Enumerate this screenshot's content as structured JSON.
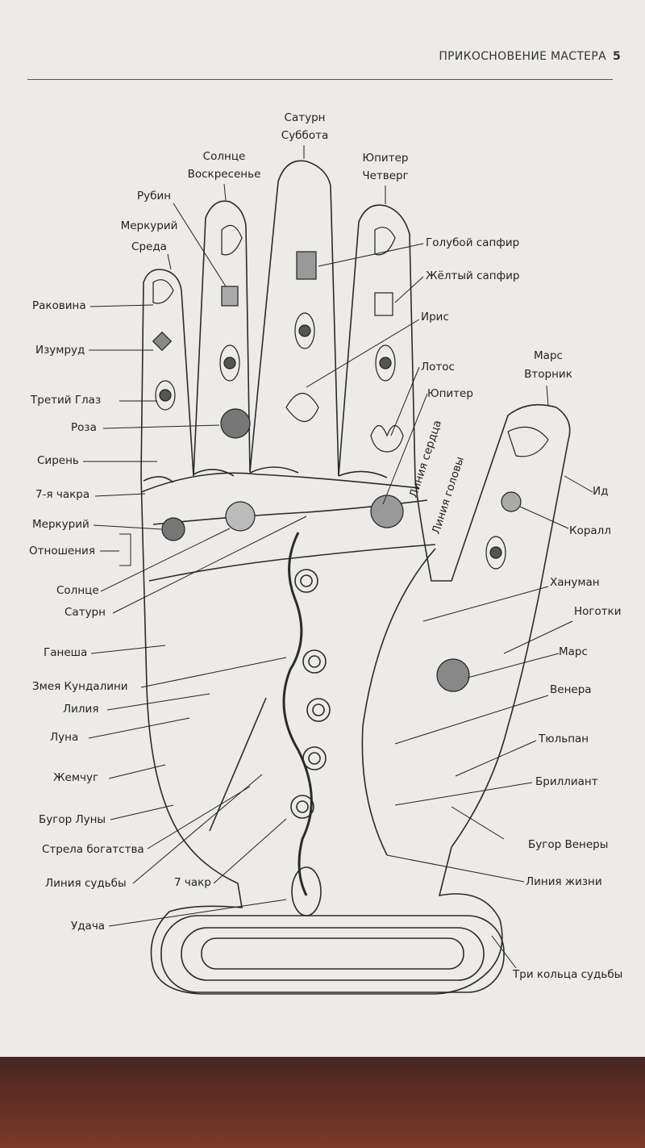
{
  "header": {
    "title": "ПРИКОСНОВЕНИЕ МАСТЕРА",
    "page_number": "5"
  },
  "labels": {
    "saturn": "Сатурн",
    "saturday": "Суббота",
    "sun": "Солнце",
    "sunday": "Воскресенье",
    "jupiter": "Юпитер",
    "thursday": "Четверг",
    "ruby": "Рубин",
    "mercury_top": "Меркурий",
    "wednesday": "Среда",
    "blue_sapphire": "Голубой сапфир",
    "yellow_sapphire": "Жёлтый сапфир",
    "shell": "Раковина",
    "iris": "Ирис",
    "emerald": "Изумруд",
    "lotus": "Лотос",
    "mars_top": "Марс",
    "tuesday": "Вторник",
    "third_eye": "Третий Глаз",
    "jupiter_mount": "Юпитер",
    "rose": "Роза",
    "heart_line": "Линия сердца",
    "head_line": "Линия головы",
    "lilac": "Сирень",
    "chakra7": "7-я чакра",
    "ida": "Ид",
    "mercury": "Меркурий",
    "coral": "Коралл",
    "relations": "Отношения",
    "sun_left": "Солнце",
    "saturn_left": "Сатурн",
    "hanuman": "Хануман",
    "marigold": "Ноготки",
    "ganesha": "Ганеша",
    "mars": "Марс",
    "kundalini": "Змея Кундалини",
    "venus": "Венера",
    "lily": "Лилия",
    "moon": "Луна",
    "tulip": "Тюльпан",
    "pearl": "Жемчуг",
    "diamond": "Бриллиант",
    "moon_mount": "Бугор Луны",
    "venus_mount": "Бугор Венеры",
    "wealth_arrow": "Стрела богатства",
    "fate_line": "Линия судьбы",
    "chakras7": "7 чакр",
    "life_line": "Линия жизни",
    "luck": "Удача",
    "three_rings": "Три кольца судьбы"
  }
}
